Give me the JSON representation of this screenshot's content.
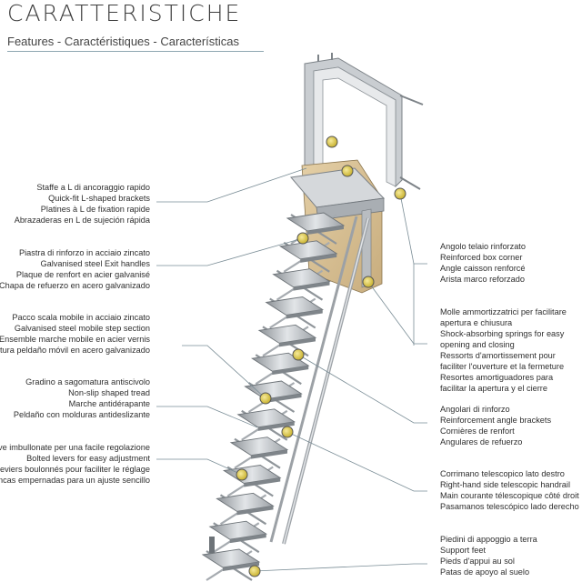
{
  "header": {
    "title": "CARATTERISTICHE",
    "subtitle": "Features - Caractéristiques - Características"
  },
  "colors": {
    "leader": "#7a8d96",
    "dot": "#d4c043",
    "metal": "#b5b9bd",
    "wood": "#d8c39a"
  },
  "callouts_left": [
    {
      "id": "brackets",
      "lines": [
        "Staffe a L di ancoraggio rapido",
        "Quick-fit L-shaped brackets",
        "Platines à L de fixation rapide",
        "Abrazaderas en L de sujeción rápida"
      ]
    },
    {
      "id": "reinforcement-plate",
      "lines": [
        "Piastra di rinforzo in acciaio zincato",
        "Galvanised steel Exit handles",
        "Plaque de renfort en acier galvanisé",
        "Chapa de refuerzo en acero galvanizado"
      ]
    },
    {
      "id": "step-section",
      "lines": [
        "Pacco scala mobile in acciaio zincato",
        "Galvanised steel mobile step section",
        "Ensemble marche mobile en acier vernis",
        "Estructura peldaño móvil en acero galvanizado"
      ]
    },
    {
      "id": "tread",
      "lines": [
        "Gradino a sagomatura antiscivolo",
        "Non-slip shaped tread",
        "Marche antidérapante",
        "Peldaño con molduras antideslizante"
      ]
    },
    {
      "id": "levers",
      "lines": [
        "Leve imbullonate per una facile regolazione",
        "Bolted levers for easy adjustment",
        "Leviers boulonnés pour faciliter le réglage",
        "Palancas empernadas para un ajuste sencillo"
      ]
    }
  ],
  "callouts_right": [
    {
      "id": "box-corner",
      "lines": [
        "Angolo telaio rinforzato",
        "Reinforced box corner",
        "Angle caisson renforcé",
        "Arista marco reforzado"
      ]
    },
    {
      "id": "springs",
      "lines": [
        "Molle ammortizzatrici per facilitare apertura e chiusura",
        "Shock-absorbing springs for easy opening and closing",
        "Ressorts d'amortissement pour faciliter l'ouverture et la fermeture",
        "Resortes amortiguadores para facilitar la apertura y el cierre"
      ]
    },
    {
      "id": "angle-brackets",
      "lines": [
        "Angolari di rinforzo",
        "Reinforcement angle brackets",
        "Cornières de renfort",
        "Angulares de refuerzo"
      ]
    },
    {
      "id": "handrail",
      "lines": [
        "Corrimano telescopico lato destro",
        "Right-hand side telescopic handrail",
        "Main courante télescopique côté droit",
        "Pasamanos telescópico lado derecho"
      ]
    },
    {
      "id": "feet",
      "lines": [
        "Piedini di appoggio a terra",
        "Support feet",
        "Pieds d'appui au sol",
        "Patas de apoyo al suelo"
      ]
    }
  ]
}
